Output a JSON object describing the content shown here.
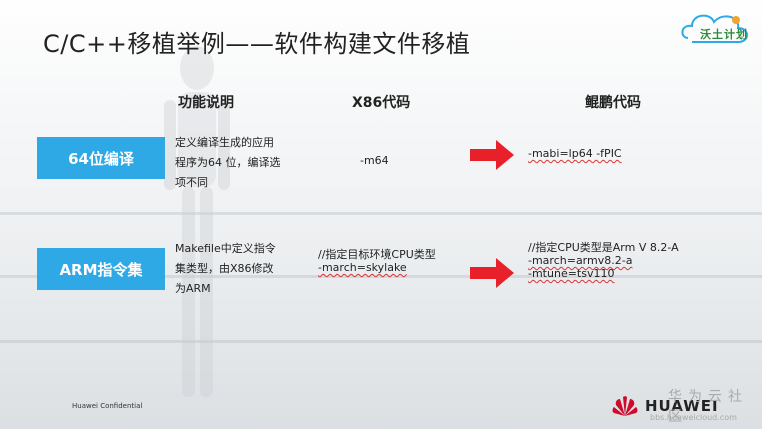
{
  "slide": {
    "title": "C/C++移植举例——软件构建文件移植",
    "logo_text": "沃土计划",
    "headers": {
      "function": "功能说明",
      "x86": "X86代码",
      "kunpeng": "鲲鹏代码"
    },
    "rows": [
      {
        "badge": "64位编译",
        "desc_lines": [
          "定义编译生成的应用",
          "程序为64 位，编译选",
          "项不同"
        ],
        "x86_lines": [
          "-m64"
        ],
        "kunpeng_lines": [
          "-mabi=lp64   -fPIC"
        ]
      },
      {
        "badge": "ARM指令集",
        "desc_lines": [
          "Makefile中定义指令",
          "集类型，由X86修改",
          "为ARM"
        ],
        "x86_lines": [
          "//指定目标环境CPU类型",
          "-march=skylake"
        ],
        "kunpeng_lines": [
          "//指定CPU类型是Arm V 8.2-A",
          "-march=armv8.2-a",
          "-mtune=tsv110"
        ]
      }
    ],
    "footer": {
      "confidential": "Huawei Confidential",
      "brand": "HUAWEI",
      "cloud_text": "华为云社区",
      "cloud_url": "bbs.huaweicloud.com"
    },
    "colors": {
      "badge": "#2ea9e6",
      "arrow": "#e8202a",
      "huawei_red": "#cf0a2c"
    }
  }
}
